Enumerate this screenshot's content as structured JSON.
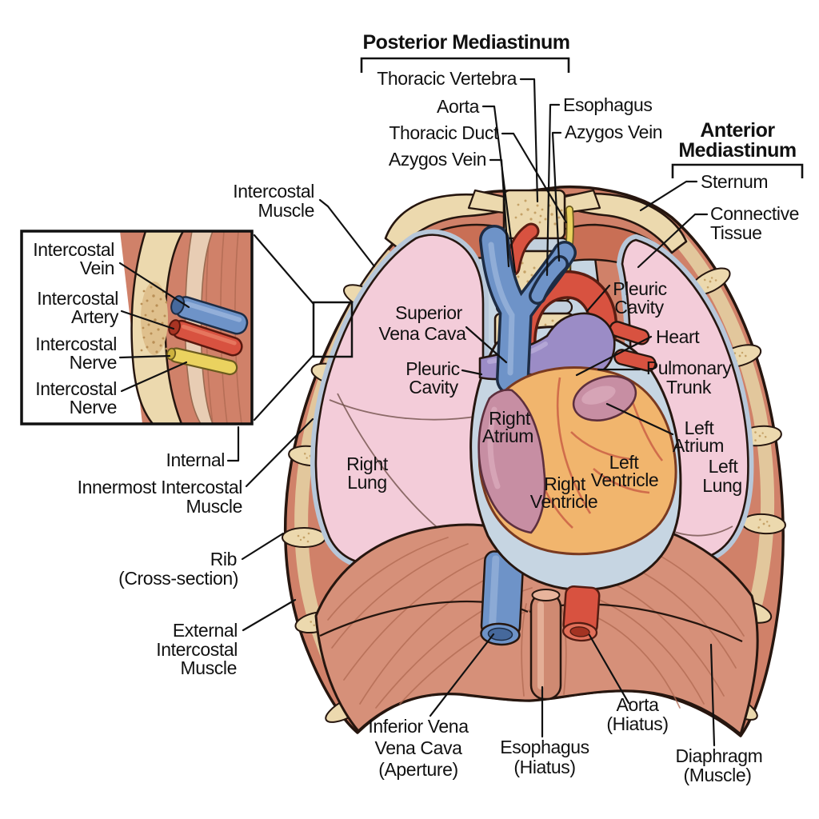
{
  "figure": {
    "type": "anatomical-diagram",
    "subject": "Mediastinum and thoracic cavity, anterior coronal view with intercostal space inset"
  },
  "section_headers": {
    "posterior_mediastinum": "Posterior Mediastinum",
    "anterior_mediastinum": [
      "Anterior",
      "Mediastinum"
    ]
  },
  "labels": {
    "thoracic_vertebra": "Thoracic Vertebra",
    "aorta": "Aorta",
    "esophagus": "Esophagus",
    "thoracic_duct": "Thoracic Duct",
    "azygos_vein_left": "Azygos Vein",
    "azygos_vein_right": "Azygos Vein",
    "sternum": "Sternum",
    "connective_tissue": [
      "Connective",
      "Tissue"
    ],
    "intercostal_muscle": [
      "Intercostal",
      "Muscle"
    ],
    "superior_vena_cava": [
      "Superior",
      "Vena Cava"
    ],
    "pleuric_cavity_left": [
      "Pleuric",
      "Cavity"
    ],
    "pleuric_cavity_right": [
      "Pleuric",
      "Cavity"
    ],
    "heart": "Heart",
    "pulmonary_trunk": [
      "Pulmonary",
      "Trunk"
    ],
    "left_atrium": [
      "Left",
      "Atrium"
    ],
    "internal": "Internal",
    "innermost_intercostal_muscle": [
      "Innermost Intercostal",
      "Muscle"
    ],
    "rib_cross_section": [
      "Rib",
      "(Cross-section)"
    ],
    "external_intercostal_muscle": [
      "External",
      "Intercostal",
      "Muscle"
    ],
    "inferior_vena_cava_aperture": [
      "Inferior Vena",
      "Vena Cava",
      "(Aperture)"
    ],
    "esophagus_hiatus": [
      "Esophagus",
      "(Hiatus)"
    ],
    "aorta_hiatus": [
      "Aorta",
      "(Hiatus)"
    ],
    "diaphragm_muscle": [
      "Diaphragm",
      "(Muscle)"
    ]
  },
  "figure_labels": {
    "right_lung": [
      "Right",
      "Lung"
    ],
    "left_lung": [
      "Left",
      "Lung"
    ],
    "right_atrium": [
      "Right",
      "Atrium"
    ],
    "right_ventricle": [
      "Right",
      "Ventricle"
    ],
    "left_ventricle": [
      "Left",
      "Ventricle"
    ]
  },
  "inset_labels": {
    "intercostal_vein": [
      "Intercostal",
      "Vein"
    ],
    "intercostal_artery": [
      "Intercostal",
      "Artery"
    ],
    "intercostal_nerve_1": [
      "Intercostal",
      "Nerve"
    ],
    "intercostal_nerve_2": [
      "Intercostal",
      "Nerve"
    ]
  },
  "colors": {
    "background": "#ffffff",
    "text": "#111111",
    "outline": "#26160f",
    "lung_pink": "#f3ccd9",
    "pleura_blue_gray": "#b7c7d9",
    "mediastinum_bg": "#c6d5e2",
    "muscle_salmon": "#d08169",
    "muscle_striation": "#b06a52",
    "diaphragm": "#d69079",
    "bone_tan": "#ecd9ae",
    "bone_band": "#e2c79c",
    "bone_speckle": "#c5a268",
    "vein_blue": "#6e93c8",
    "artery_red": "#d85240",
    "nerve_yellow": "#ead25f",
    "heart_orange": "#f1b56d",
    "atrium_mauve": "#c78ea3",
    "pulmonary_purple": "#9b8cc6",
    "esophagus_tube": "#cf8a72"
  }
}
